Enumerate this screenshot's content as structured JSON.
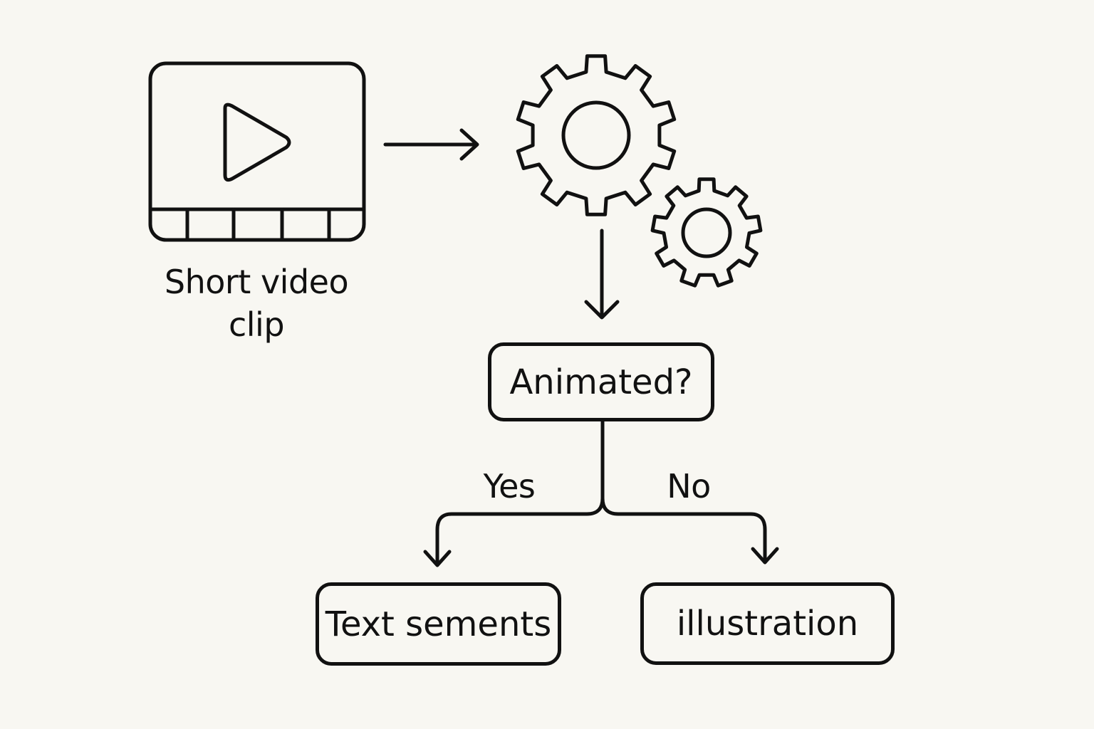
{
  "diagram": {
    "input_label_line1": "Short video",
    "input_label_line2": "clip",
    "decision_label": "Animated?",
    "branch_yes": "Yes",
    "branch_no": "No",
    "outcome_yes": "Text sements",
    "outcome_no": "illustration",
    "icons": [
      "video-clip-icon",
      "large-gear-icon",
      "small-gear-icon"
    ],
    "stroke_color": "#111111",
    "background_color": "#f8f7f2"
  }
}
